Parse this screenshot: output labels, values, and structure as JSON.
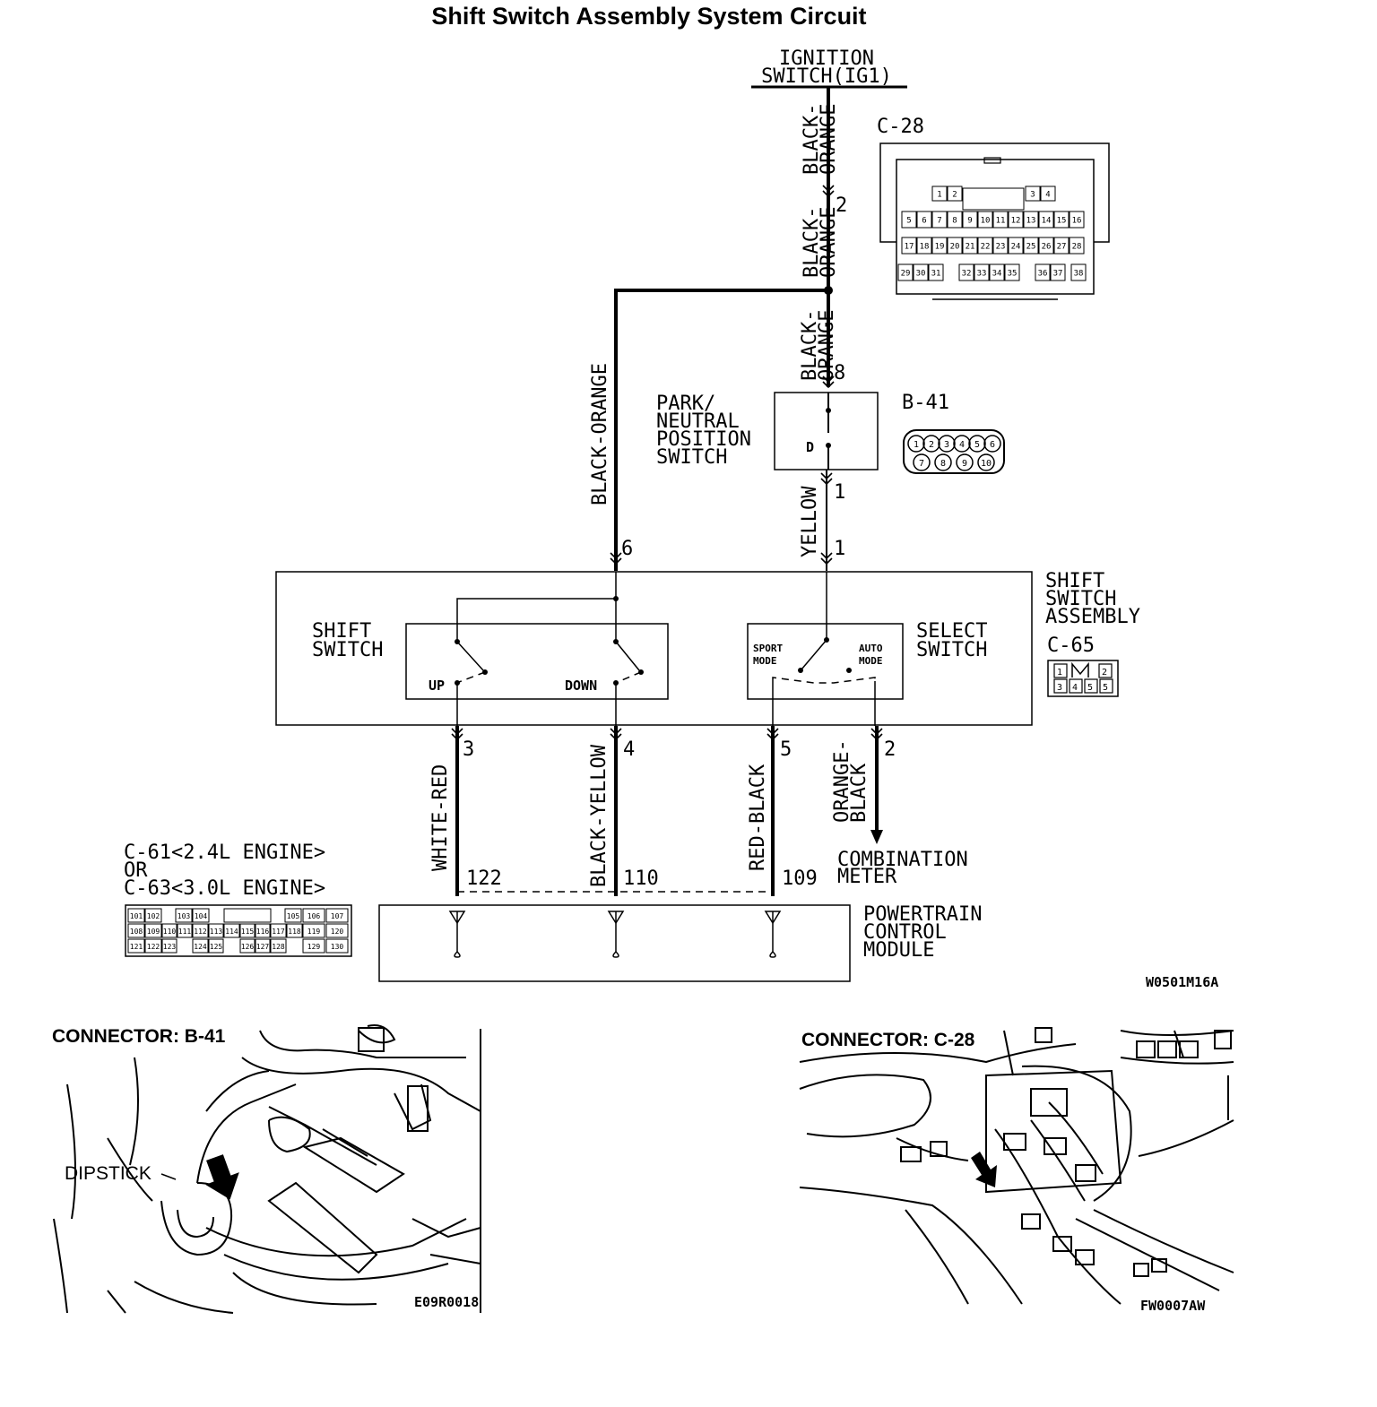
{
  "title": "Shift Switch Assembly System Circuit",
  "source": {
    "line1": "IGNITION",
    "line2": "SWITCH(IG1)"
  },
  "wires": {
    "top_upper": "BLACK-\nORANGE",
    "top_lower": "BLACK-\nORANGE",
    "to_pnp": "BLACK-\nORANGE",
    "left_vertical": "BLACK-ORANGE",
    "pnp_to_shift": "YELLOW",
    "up": "WHITE-RED",
    "down": "BLACK-YELLOW",
    "sport": "RED-BLACK",
    "auto": "ORANGE-\nBLACK"
  },
  "pins": {
    "c28_pin": "2",
    "pnp_in": "8",
    "pnp_out": "1",
    "shift_in_yellow": "1",
    "shift_in_black": "6",
    "up_pin": "3",
    "down_pin": "4",
    "sport_pin": "5",
    "auto_pin": "2",
    "pcm_122": "122",
    "pcm_110": "110",
    "pcm_109": "109"
  },
  "components": {
    "pnp": {
      "line1": "PARK/",
      "line2": "NEUTRAL",
      "line3": "POSITION",
      "line4": "SWITCH",
      "contact": "D"
    },
    "shift_assembly": {
      "line1": "SHIFT",
      "line2": "SWITCH",
      "line3": "ASSEMBLY",
      "connector": "C-65"
    },
    "shift_switch": {
      "line1": "SHIFT",
      "line2": "SWITCH",
      "up": "UP",
      "down": "DOWN"
    },
    "select_switch": {
      "line1": "SELECT",
      "line2": "SWITCH",
      "sport1": "SPORT",
      "sport2": "MODE",
      "auto1": "AUTO",
      "auto2": "MODE"
    },
    "combination_meter": {
      "line1": "COMBINATION",
      "line2": "METER"
    },
    "pcm": {
      "line1": "POWERTRAIN",
      "line2": "CONTROL",
      "line3": "MODULE"
    }
  },
  "connectors": {
    "c28": {
      "label": "C-28",
      "row1": [
        "1",
        "2",
        "3",
        "4"
      ],
      "row2": [
        "5",
        "6",
        "7",
        "8",
        "9",
        "10",
        "11",
        "12",
        "13",
        "14",
        "15",
        "16"
      ],
      "row3": [
        "17",
        "18",
        "19",
        "20",
        "21",
        "22",
        "23",
        "24",
        "25",
        "26",
        "27",
        "28"
      ],
      "row4": [
        "29",
        "30",
        "31",
        "32",
        "33",
        "34",
        "35",
        "36",
        "37",
        "38"
      ]
    },
    "b41": {
      "label": "B-41",
      "row1": [
        "1",
        "2",
        "3",
        "4",
        "5",
        "6"
      ],
      "row2": [
        "7",
        "8",
        "9",
        "10"
      ]
    },
    "c65": {
      "label": "C-65",
      "row1": [
        "1",
        "2"
      ],
      "row2": [
        "3",
        "4",
        "5",
        "5"
      ]
    },
    "pcm": {
      "line1": "C-61<2.4L ENGINE>",
      "line2": "OR",
      "line3": "C-63<3.0L ENGINE>",
      "row1": [
        "101",
        "102",
        "103",
        "104",
        "105",
        "106",
        "107"
      ],
      "row2": [
        "108",
        "109",
        "110",
        "111",
        "112",
        "113",
        "114",
        "115",
        "116",
        "117",
        "118",
        "119",
        "120"
      ],
      "row3": [
        "121",
        "122",
        "123",
        "124",
        "125",
        "126",
        "127",
        "128",
        "129",
        "130"
      ]
    }
  },
  "diagram_code": "W0501M16A",
  "photos": {
    "left": {
      "title": "CONNECTOR: B-41",
      "callout": "DIPSTICK",
      "code": "E09R0018"
    },
    "right": {
      "title": "CONNECTOR: C-28",
      "code": "FW0007AW"
    }
  }
}
